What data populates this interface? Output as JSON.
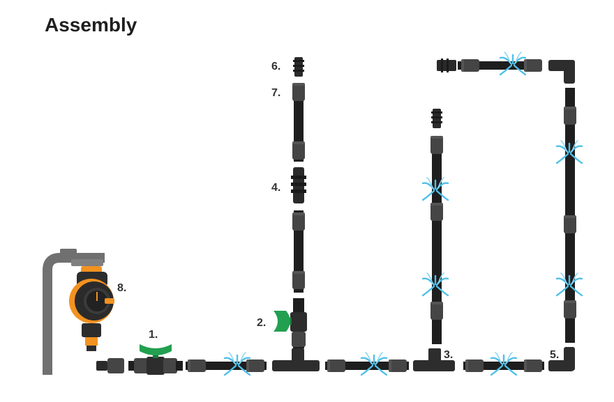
{
  "title": "Assembly",
  "labels": {
    "l1": "1.",
    "l2": "2.",
    "l3": "3.",
    "l4": "4.",
    "l5": "5.",
    "l6": "6.",
    "l7": "7.",
    "l8": "8."
  },
  "colors": {
    "pipe": "#1e1e1e",
    "coupling": "#454545",
    "faucet": "#707070",
    "valve": "#22a050",
    "timer_orange": "#f39220",
    "spray": "#4fc0e8"
  },
  "icons": [
    "faucet-icon",
    "water-timer-icon",
    "shutoff-valve-icon",
    "tee-connector-icon",
    "elbow-connector-icon",
    "end-plug-icon",
    "coupling-icon",
    "sprinkler-icon"
  ]
}
